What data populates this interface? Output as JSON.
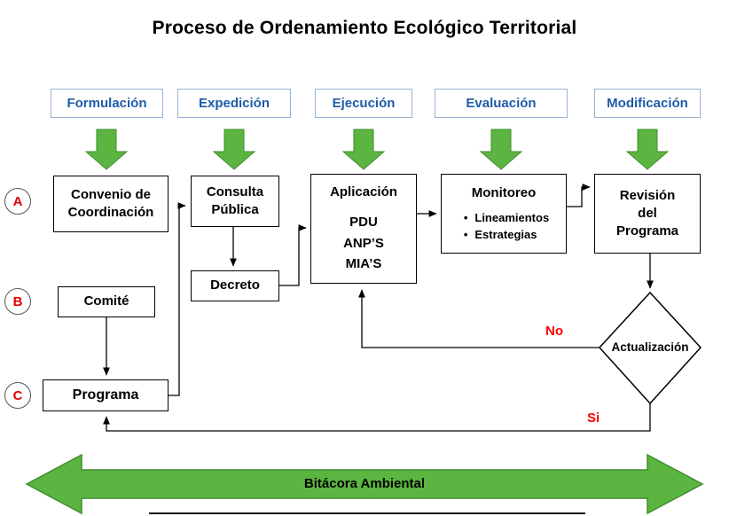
{
  "title": "Proceso de Ordenamiento Ecológico Territorial",
  "phases": [
    {
      "label": "Formulación"
    },
    {
      "label": "Expedición"
    },
    {
      "label": "Ejecución"
    },
    {
      "label": "Evaluación"
    },
    {
      "label": "Modificación"
    }
  ],
  "row_labels": {
    "a": "A",
    "b": "B",
    "c": "C"
  },
  "nodes": {
    "convenio": {
      "line1": "Convenio de",
      "line2": "Coordinación"
    },
    "consulta": {
      "line1": "Consulta",
      "line2": "Pública"
    },
    "decreto": {
      "label": "Decreto"
    },
    "aplicacion": {
      "title": "Aplicación",
      "items": [
        "PDU",
        "ANP’S",
        "MIA’S"
      ]
    },
    "monitoreo": {
      "title": "Monitoreo",
      "bullets": [
        "Lineamientos",
        "Estrategias"
      ]
    },
    "revision": {
      "line1": "Revisión",
      "line2": "del",
      "line3": "Programa"
    },
    "comite": {
      "label": "Comité"
    },
    "programa": {
      "label": "Programa"
    },
    "actualizacion": {
      "label": "Actualización"
    }
  },
  "decision": {
    "no_label": "No",
    "si_label": "Si"
  },
  "footer": {
    "label": "Bitácora Ambiental"
  },
  "colors": {
    "green": "#5CB541",
    "green_border": "#3E8E2E",
    "blue_text": "#1F5CA8",
    "red": "#FF0000"
  }
}
